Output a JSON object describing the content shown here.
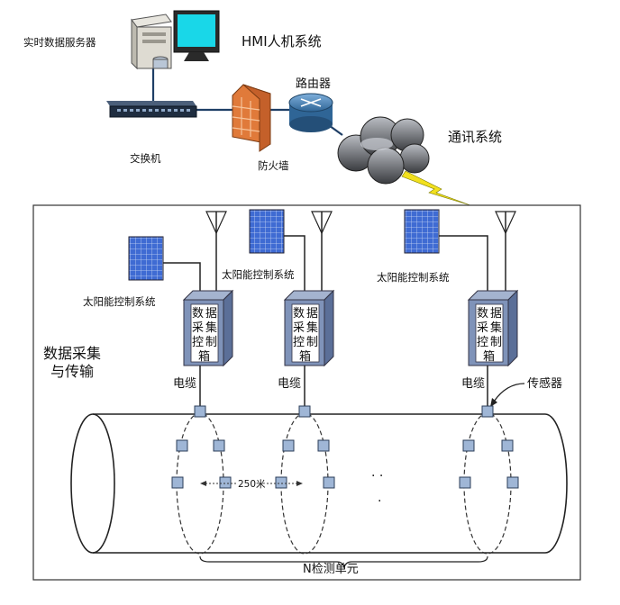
{
  "labels": {
    "server": "实时数据服务器",
    "hmi": "HMI人机系统",
    "router": "路由器",
    "switch": "交换机",
    "firewall": "防火墙",
    "comm": "通讯系统",
    "acq_line1": "数据采集",
    "acq_line2": "与传输",
    "solar": "太阳能控制系统",
    "box": [
      "数",
      "据",
      "采",
      "集",
      "控",
      "制",
      "箱"
    ],
    "cable": "电缆",
    "sensor": "传感器",
    "distance": "250米",
    "dots": ". .",
    "dot": ".",
    "unit": "N检测单元"
  },
  "colors": {
    "box_face": "#7f93b9",
    "box_side": "#5b6f98",
    "sensor_fill": "#9fb6d6",
    "solar": "#3b64c9",
    "firewall": "#e07a3a",
    "router": "#4f86b8",
    "lightning": "#f2e01e"
  }
}
